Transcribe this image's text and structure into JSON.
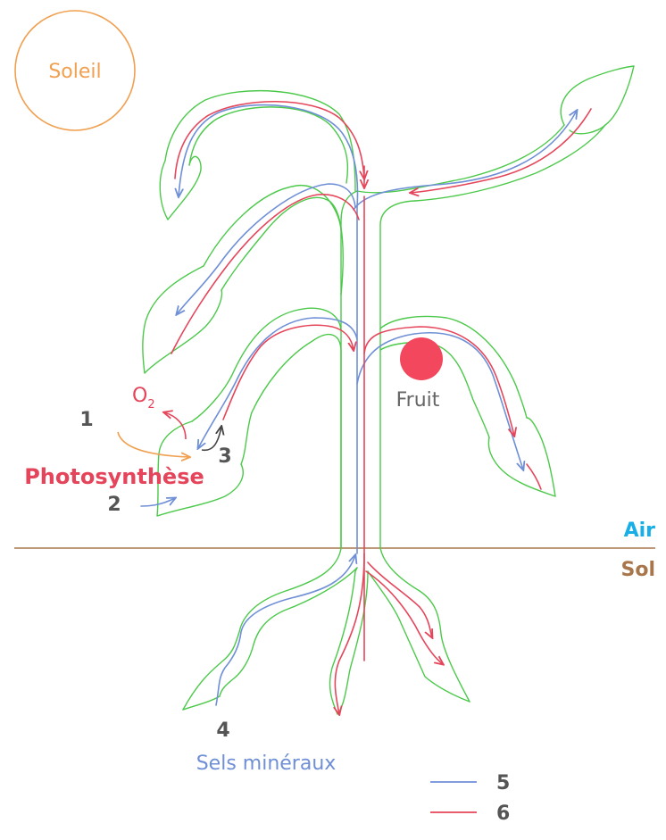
{
  "sun": {
    "label": "Soleil",
    "color": "#f0a050"
  },
  "labels": {
    "n1": "1",
    "n2": "2",
    "n3": "3",
    "n4": "4",
    "o2_main": "O",
    "o2_sub": "2",
    "photosynthesis": "Photosynthèse",
    "fruit": "Fruit",
    "air": "Air",
    "sol": "Sol",
    "mineral_salts": "Sels minéraux"
  },
  "legend": [
    {
      "key": "5",
      "color": "#6f8fd6"
    },
    {
      "key": "6",
      "color": "#e5455a"
    }
  ],
  "colors": {
    "plant_outline": "#4cc94a",
    "raw_sap": "#6f8fd6",
    "elaborated_sap": "#e5455a",
    "ground_line": "#a8764a",
    "air_label": "#18aee6",
    "sol_label": "#a8764a",
    "photosynthesis_label": "#e5455a",
    "fruit": "#f2475d",
    "number_labels": "#555555"
  }
}
